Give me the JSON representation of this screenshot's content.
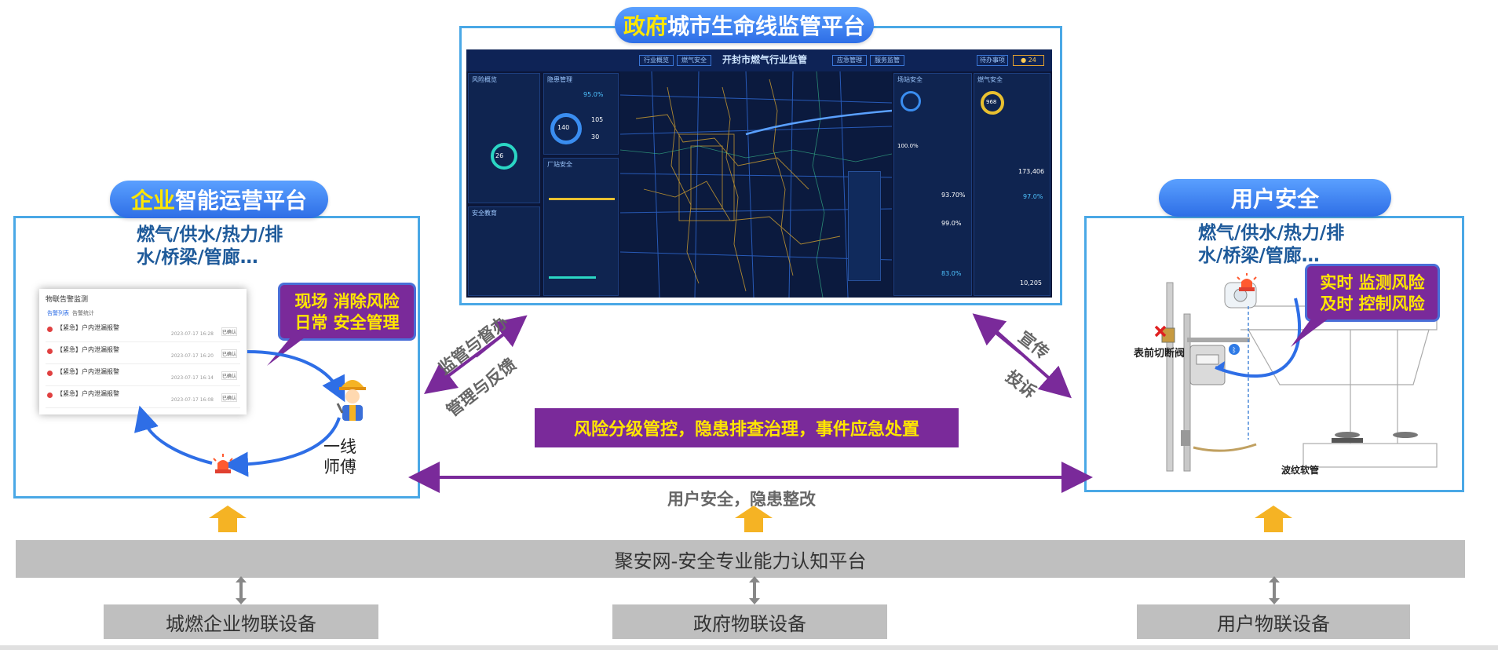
{
  "gov": {
    "title_highlight": "政府",
    "title_rest": "城市生命线监管平台",
    "dashboard": {
      "title": "开封市燃气行业监管",
      "tabs": [
        "行业概览",
        "燃气安全",
        "应急管理",
        "服务监管"
      ],
      "right_tabs": [
        "待办事项"
      ],
      "alarm_count": "24",
      "cards": {
        "c1": "风险概览",
        "c2": "隐患管理",
        "c3": "厂站安全",
        "c4": "安全教育",
        "c5": "场站安全",
        "c6": "燃气安全"
      },
      "values": {
        "v1": "95.0%",
        "v2": "140",
        "v3": "105",
        "v4": "30",
        "v5": "26",
        "v6": "173,406",
        "v7": "97.0%",
        "v8": "93.70%",
        "v9": "99.0%",
        "v10": "83.0%",
        "v11": "10,205",
        "v12": "968",
        "v13": "100.0%"
      }
    }
  },
  "enterprise": {
    "title_highlight": "企业",
    "title_rest": "智能运营平台",
    "subtitle_line1": "燃气/供水/热力/排",
    "subtitle_line2": "水/桥梁/管廊…",
    "callout_line1": "现场 消除风险",
    "callout_line2": "日常 安全管理",
    "worker_line1": "一线",
    "worker_line2": "师傅",
    "window": {
      "title": "物联告警监测",
      "tabs": [
        "告警列表",
        "告警统计"
      ],
      "rows": [
        {
          "title": "【紧急】户内泄漏报警",
          "date": "2023-07-17 16:28",
          "btn": "已确认"
        },
        {
          "title": "【紧急】户内泄漏报警",
          "date": "2023-07-17 16:20",
          "btn": "已确认"
        },
        {
          "title": "【紧急】户内泄漏报警",
          "date": "2023-07-17 16:14",
          "btn": "已确认"
        },
        {
          "title": "【紧急】户内泄漏报警",
          "date": "2023-07-17 16:08",
          "btn": "已确认"
        }
      ]
    }
  },
  "user": {
    "title": "用户安全",
    "subtitle_line1": "燃气/供水/热力/排",
    "subtitle_line2": "水/桥梁/管廊…",
    "callout_line1": "实时 监测风险",
    "callout_line2": "及时 控制风险",
    "valve_label": "表前切断阀",
    "hose_label": "波纹软管"
  },
  "flows": {
    "left_upper": "监管与督办",
    "left_lower": "管理与反馈",
    "right_upper": "宣传",
    "right_lower": "投诉",
    "center_banner": "风险分级管控，隐患排查治理，事件应急处置",
    "center_bottom": "用户安全，隐患整改"
  },
  "platform": {
    "name": "聚安网-安全专业能力认知平台"
  },
  "devices": {
    "left": "城燃企业物联设备",
    "center": "政府物联设备",
    "right": "用户物联设备"
  },
  "colors": {
    "panel_border": "#4aa8e6",
    "pill_blue": "#3a7ff0",
    "highlight_yellow": "#ffe600",
    "purple": "#7a2a9a",
    "flow_arrow_blue": "#2e6ee6",
    "up_arrow_orange": "#f5b324",
    "platform_gray": "#bfbfbf"
  }
}
